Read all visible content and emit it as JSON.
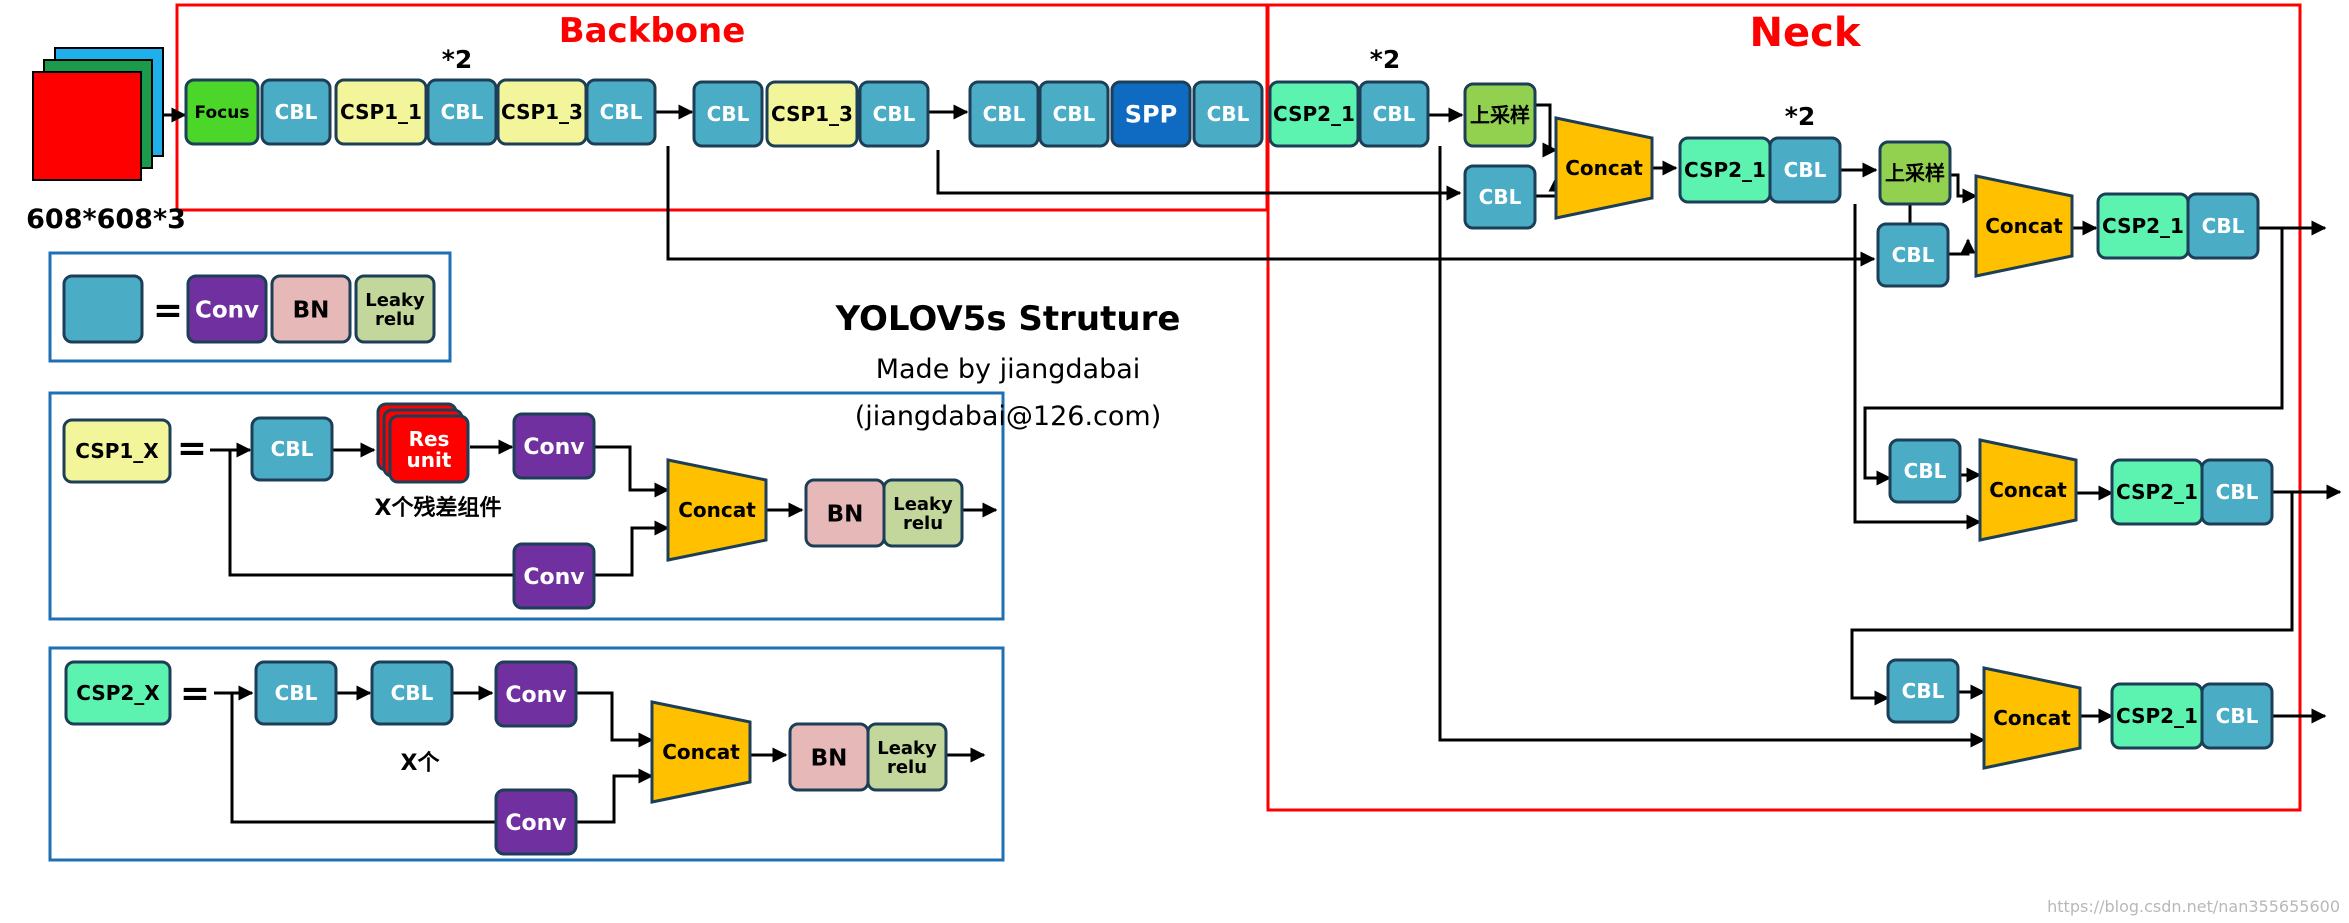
{
  "sections": {
    "backbone": "Backbone",
    "neck": "Neck"
  },
  "input_label": "608*608*3",
  "multipliers": {
    "m1": "*2",
    "m2": "*2",
    "m3": "*2"
  },
  "title": "YOLOV5s Struture",
  "subtitle": "Made by jiangdabai",
  "email": "(jiangdabai@126.com)",
  "watermark": "https://blog.csdn.net/nan355655600",
  "labels": {
    "focus": "Focus",
    "cbl": "CBL",
    "csp1_1": "CSP1_1",
    "csp1_3": "CSP1_3",
    "spp": "SPP",
    "csp2_1": "CSP2_1",
    "upsample": "上采样",
    "concat": "Concat",
    "conv": "Conv",
    "bn": "BN",
    "leaky_1": "Leaky",
    "leaky_2": "relu",
    "res_1": "Res",
    "res_2": "unit",
    "csp1_x": "CSP1_X",
    "csp2_x": "CSP2_X",
    "equals": "=",
    "x_res": "X个残差组件",
    "x_count": "X个"
  },
  "colors": {
    "cbl": "#4bacc6",
    "focus": "#4cd62a",
    "csp1": "#f2f59a",
    "spp": "#0f6bc1",
    "csp2": "#5cf2b0",
    "upsample": "#92d050",
    "concat": "#ffc000",
    "conv": "#7030a0",
    "bn": "#e6b9b8",
    "leaky": "#c3d69b",
    "res": "#ff0000",
    "section": "#ff0000",
    "legend": "#1f6fb5"
  }
}
